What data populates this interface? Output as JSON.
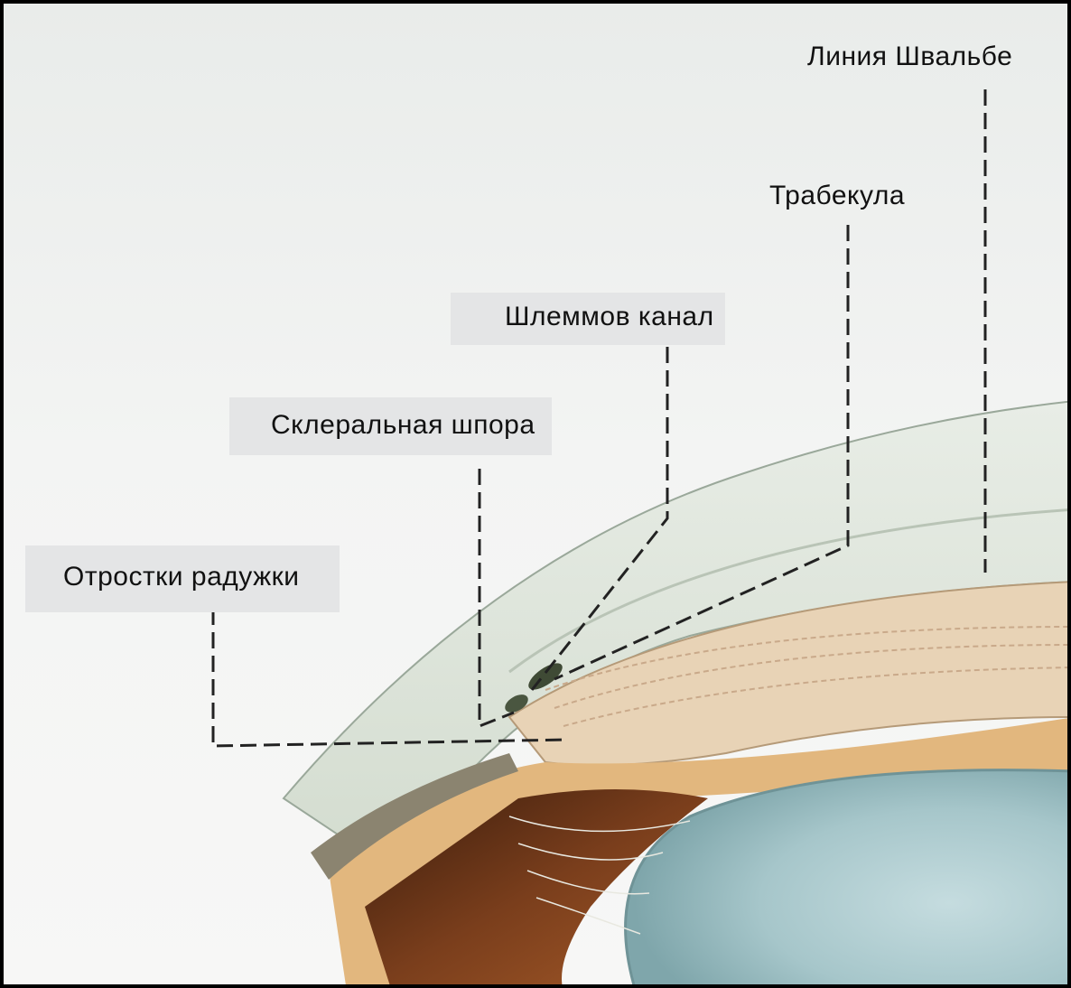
{
  "labels": {
    "schwalbe_line": "Линия Швальбе",
    "trabecula": "Трабекула",
    "schlemm_canal": "Шлеммов канал",
    "scleral_spur": "Склеральная шпора",
    "iris_processes": "Отростки радужки"
  },
  "colors": {
    "frame_border": "#000000",
    "leader_line": "#222222",
    "cornea": "#dfe6dc",
    "lens": "#a9c9cc",
    "iris": "#7a3e1c",
    "ciliary": "#e7c89a",
    "sclera_band": "#d8b07a"
  }
}
